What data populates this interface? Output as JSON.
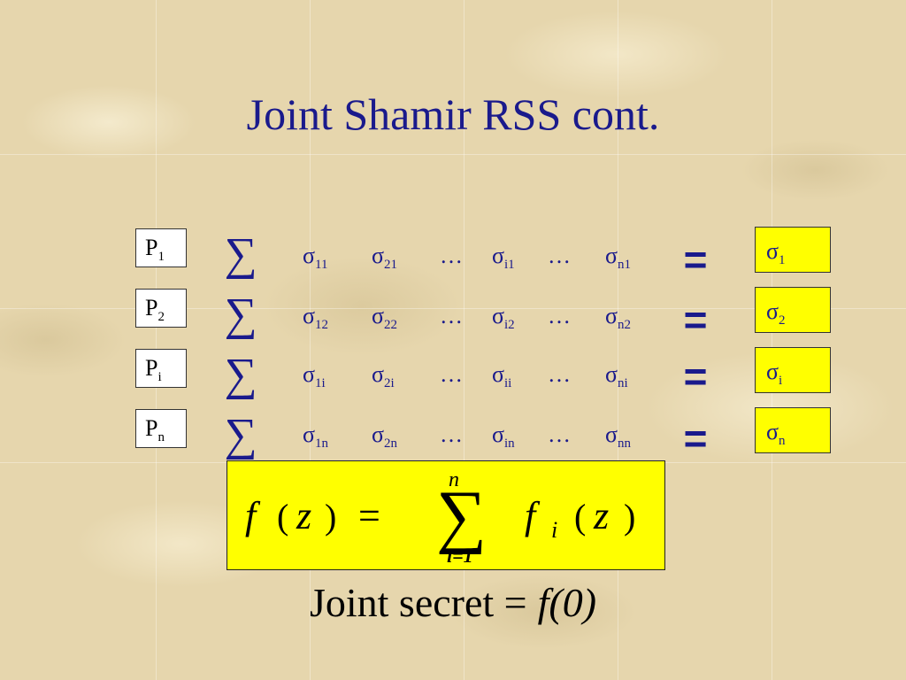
{
  "title": "Joint Shamir RSS cont.",
  "rows": [
    {
      "p": "P",
      "p_sub": "1",
      "terms": [
        {
          "s": "σ",
          "sub": "11"
        },
        {
          "s": "σ",
          "sub": "21"
        },
        {
          "s": "σ",
          "sub": "i1"
        },
        {
          "s": "σ",
          "sub": "n1"
        }
      ],
      "result": "σ",
      "result_sub": "1"
    },
    {
      "p": "P",
      "p_sub": "2",
      "terms": [
        {
          "s": "σ",
          "sub": "12"
        },
        {
          "s": "σ",
          "sub": "22"
        },
        {
          "s": "σ",
          "sub": "i2"
        },
        {
          "s": "σ",
          "sub": "n2"
        }
      ],
      "result": "σ",
      "result_sub": "2"
    },
    {
      "p": "P",
      "p_sub": "i",
      "terms": [
        {
          "s": "σ",
          "sub": "1i"
        },
        {
          "s": "σ",
          "sub": "2i"
        },
        {
          "s": "σ",
          "sub": "ii"
        },
        {
          "s": "σ",
          "sub": "ni"
        }
      ],
      "result": "σ",
      "result_sub": "i"
    },
    {
      "p": "P",
      "p_sub": "n",
      "terms": [
        {
          "s": "σ",
          "sub": "1n"
        },
        {
          "s": "σ",
          "sub": "2n"
        },
        {
          "s": "σ",
          "sub": "in"
        },
        {
          "s": "σ",
          "sub": "nn"
        }
      ],
      "result": "σ",
      "result_sub": "n"
    }
  ],
  "sum_symbol": "∑",
  "ellipsis": "…",
  "equals": "=",
  "formula": {
    "lhs_f": "f",
    "lhs_open": "(",
    "lhs_var": "z",
    "lhs_close": ")",
    "eq": "=",
    "sigma": "∑",
    "upper": "n",
    "lower": "i=1",
    "rhs_f": "f",
    "rhs_sub": "i",
    "rhs_open": "(",
    "rhs_var": "z",
    "rhs_close": ")"
  },
  "secret_label": "Joint secret =",
  "secret_value": "f(0)",
  "colors": {
    "title": "#1a1a8c",
    "highlight": "#ffff00",
    "background": "#e6d6ad"
  }
}
